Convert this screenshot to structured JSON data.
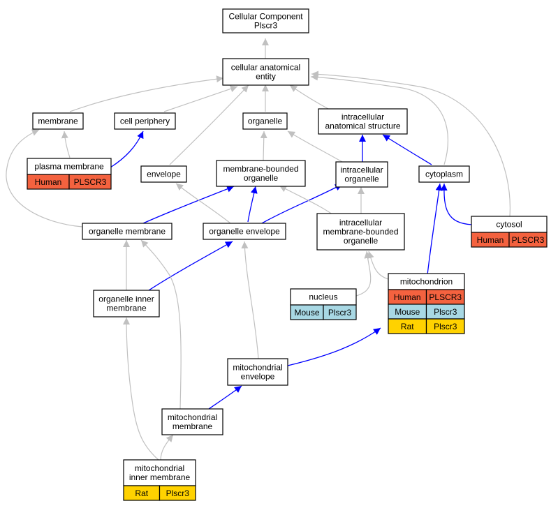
{
  "colors": {
    "human": "#f4623f",
    "mouse": "#a8d8e4",
    "rat": "#ffd200",
    "is_a_edge": "#c0c0c0",
    "part_of_edge": "#0000ff"
  },
  "nodes": {
    "root": [
      "Cellular Component",
      "Plscr3"
    ],
    "cae": [
      "cellular anatomical",
      "entity"
    ],
    "membrane": [
      "membrane"
    ],
    "cell_periphery": [
      "cell periphery"
    ],
    "organelle": [
      "organelle"
    ],
    "ias": [
      "intracellular",
      "anatomical structure"
    ],
    "plasma_membrane": [
      "plasma membrane"
    ],
    "envelope": [
      "envelope"
    ],
    "mbo": [
      "membrane-bounded",
      "organelle"
    ],
    "io": [
      "intracellular",
      "organelle"
    ],
    "cytoplasm": [
      "cytoplasm"
    ],
    "cytosol": [
      "cytosol"
    ],
    "organelle_membrane": [
      "organelle membrane"
    ],
    "organelle_envelope": [
      "organelle envelope"
    ],
    "imbo": [
      "intracellular",
      "membrane-bounded",
      "organelle"
    ],
    "nucleus": [
      "nucleus"
    ],
    "mitochondrion": [
      "mitochondrion"
    ],
    "oim": [
      "organelle inner",
      "membrane"
    ],
    "mito_envelope": [
      "mitochondrial",
      "envelope"
    ],
    "mito_membrane": [
      "mitochondrial",
      "membrane"
    ],
    "mim": [
      "mitochondrial",
      "inner membrane"
    ]
  },
  "annotations": {
    "plasma_membrane": [
      {
        "species": "Human",
        "gene": "PLSCR3"
      }
    ],
    "cytosol": [
      {
        "species": "Human",
        "gene": "PLSCR3"
      }
    ],
    "nucleus": [
      {
        "species": "Mouse",
        "gene": "Plscr3"
      }
    ],
    "mitochondrion": [
      {
        "species": "Human",
        "gene": "PLSCR3"
      },
      {
        "species": "Mouse",
        "gene": "Plscr3"
      },
      {
        "species": "Rat",
        "gene": "Plscr3"
      }
    ],
    "mim": [
      {
        "species": "Rat",
        "gene": "Plscr3"
      }
    ]
  }
}
